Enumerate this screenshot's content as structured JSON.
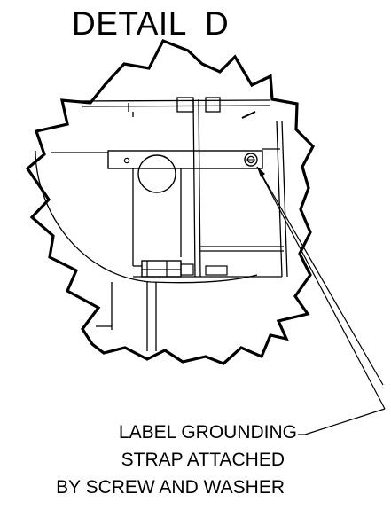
{
  "detail": {
    "title": "DETAIL  D"
  },
  "callout": {
    "line1": "LABEL GROUNDING",
    "line2": "STRAP ATTACHED",
    "line3": "BY SCREW AND WASHER"
  },
  "colors": {
    "ink": "#000000",
    "paper": "#ffffff"
  }
}
